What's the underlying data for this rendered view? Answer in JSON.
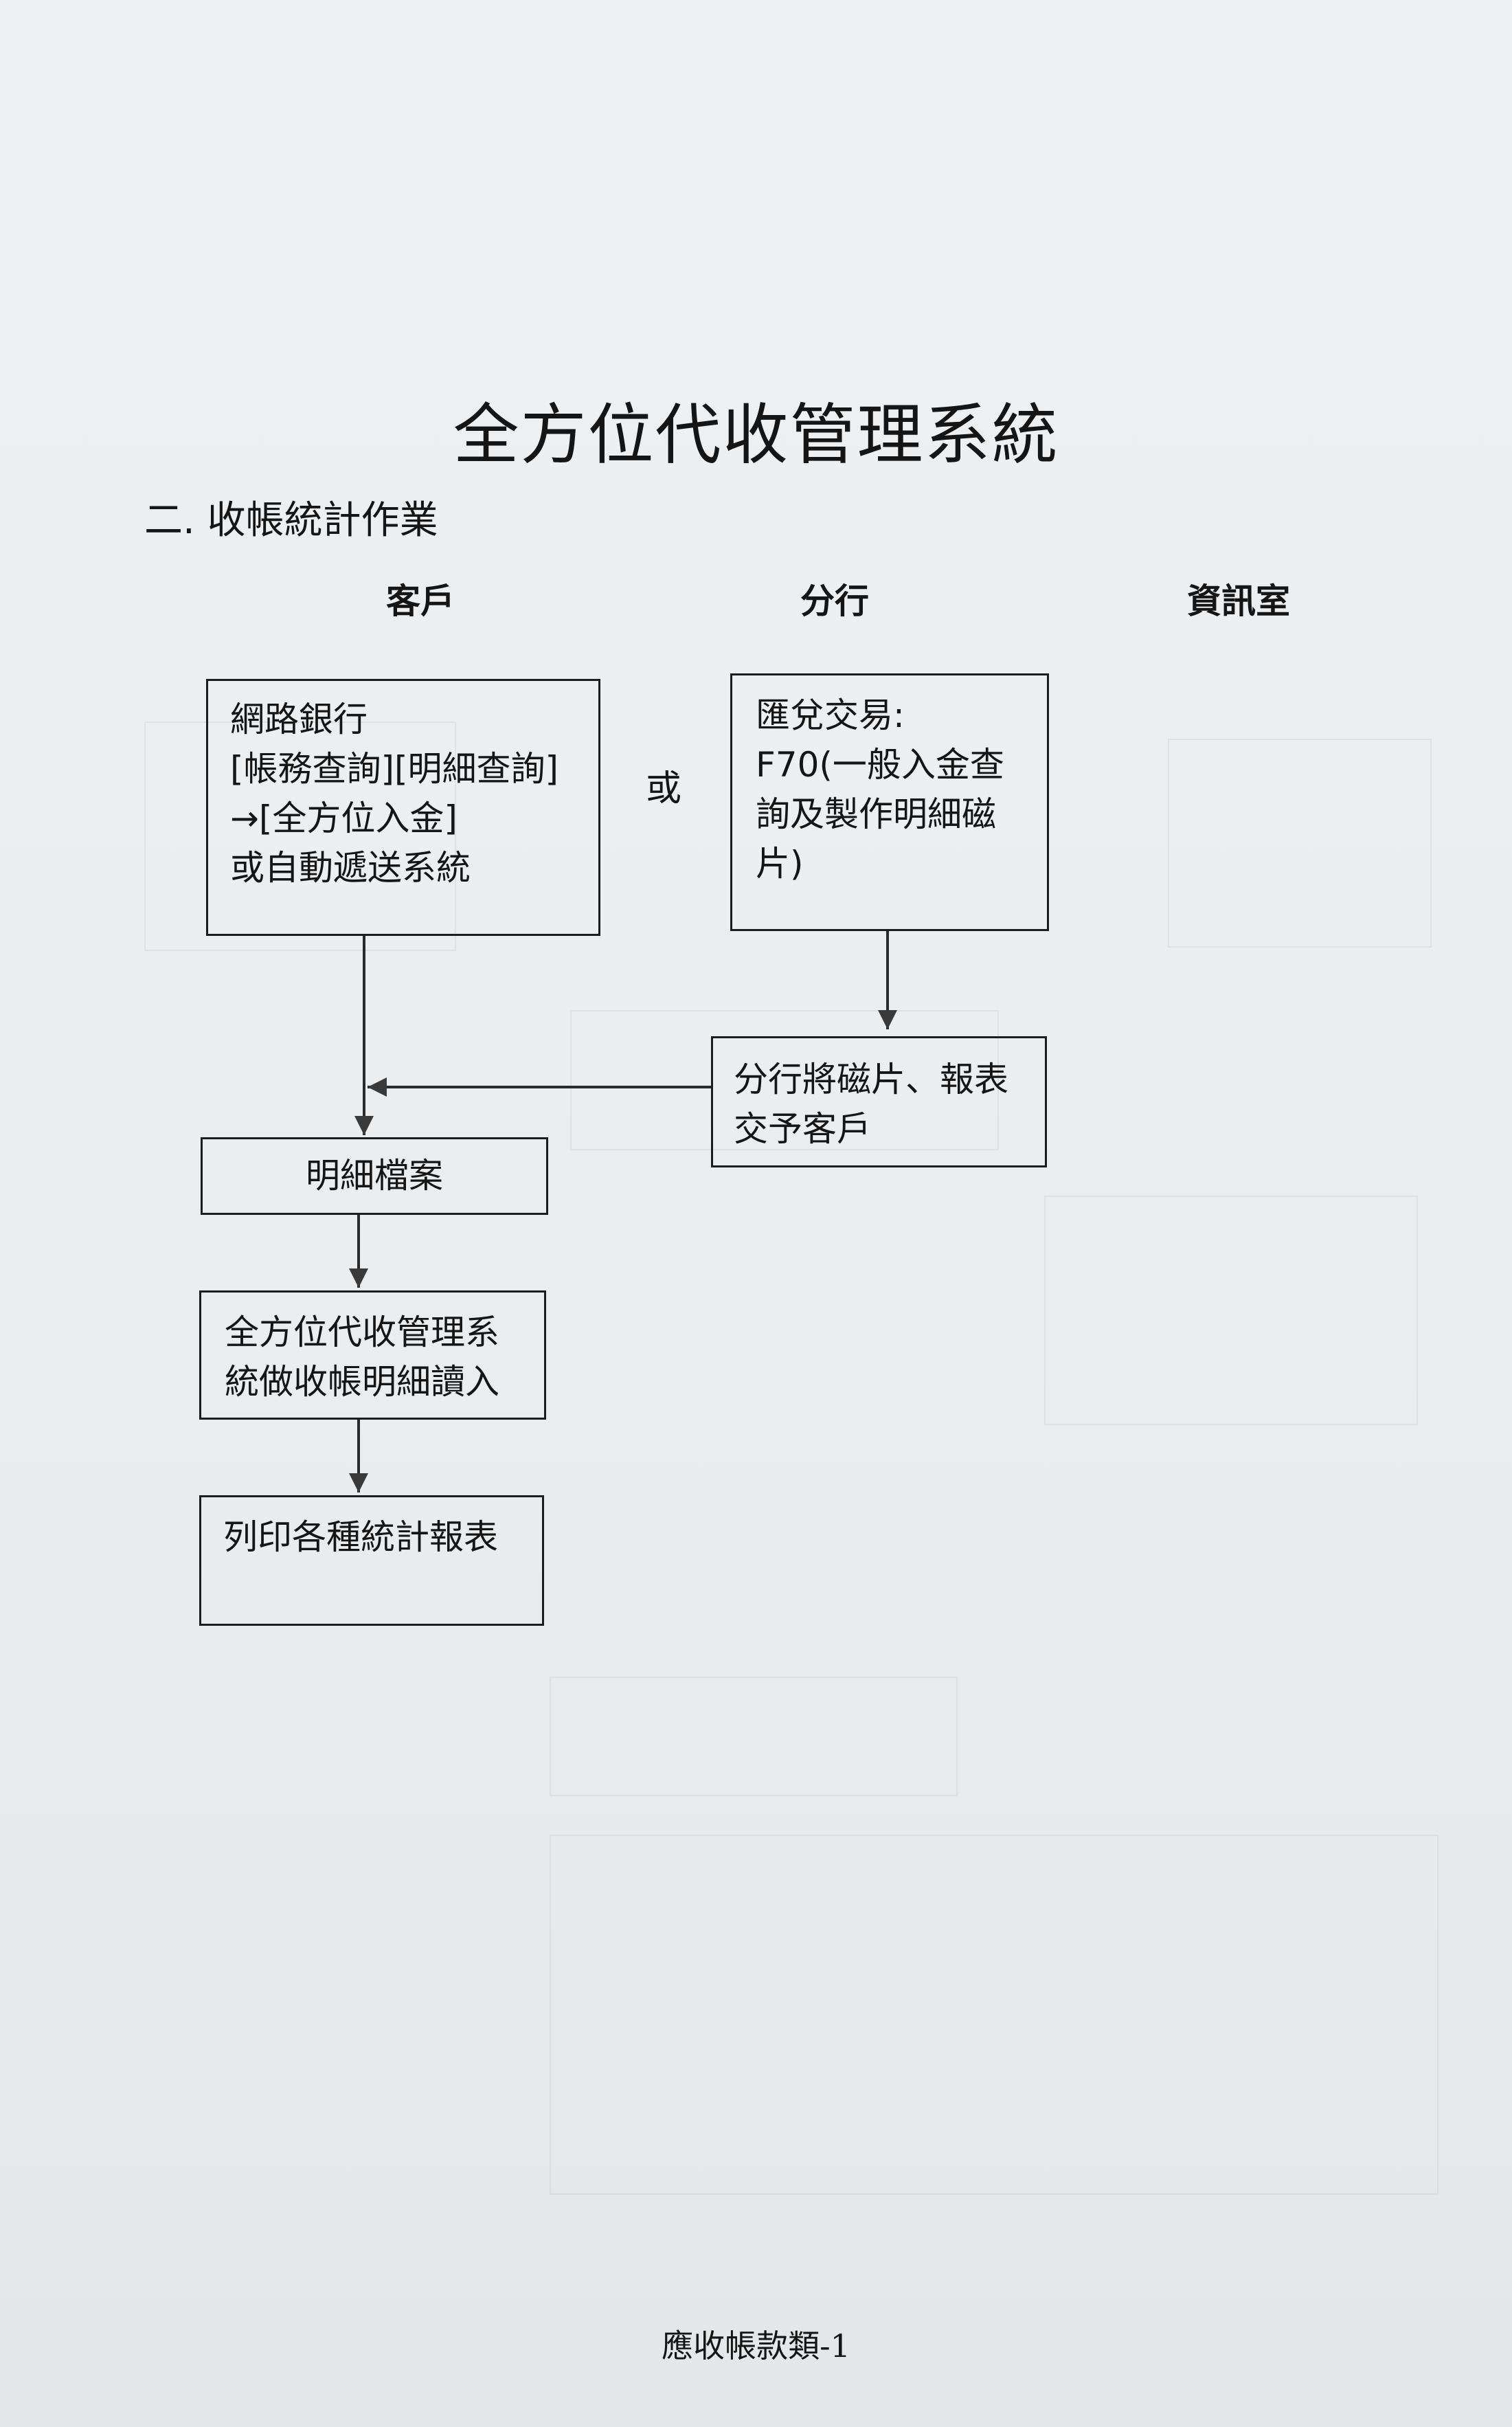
{
  "title": "全方位代收管理系統",
  "section": "二. 收帳統計作業",
  "columns": {
    "customer": "客戶",
    "branch": "分行",
    "it": "資訊室"
  },
  "or_label": "或",
  "boxes": {
    "online_banking": {
      "lines": [
        "網路銀行",
        "[帳務查詢][明細查詢]",
        "→[全方位入金]",
        "或自動遞送系統"
      ]
    },
    "remittance": {
      "lines": [
        "匯兌交易:",
        "F70(一般入金查",
        "詢及製作明細磁",
        "片)"
      ]
    },
    "branch_handover": {
      "lines": [
        "分行將磁片、報表",
        "交予客戶"
      ]
    },
    "detail_file": {
      "lines": [
        "明細檔案"
      ]
    },
    "system_read": {
      "lines": [
        "全方位代收管理系",
        "統做收帳明細讀入"
      ]
    },
    "print_reports": {
      "lines": [
        "列印各種統計報表"
      ]
    }
  },
  "footer": "應收帳款類-1"
}
